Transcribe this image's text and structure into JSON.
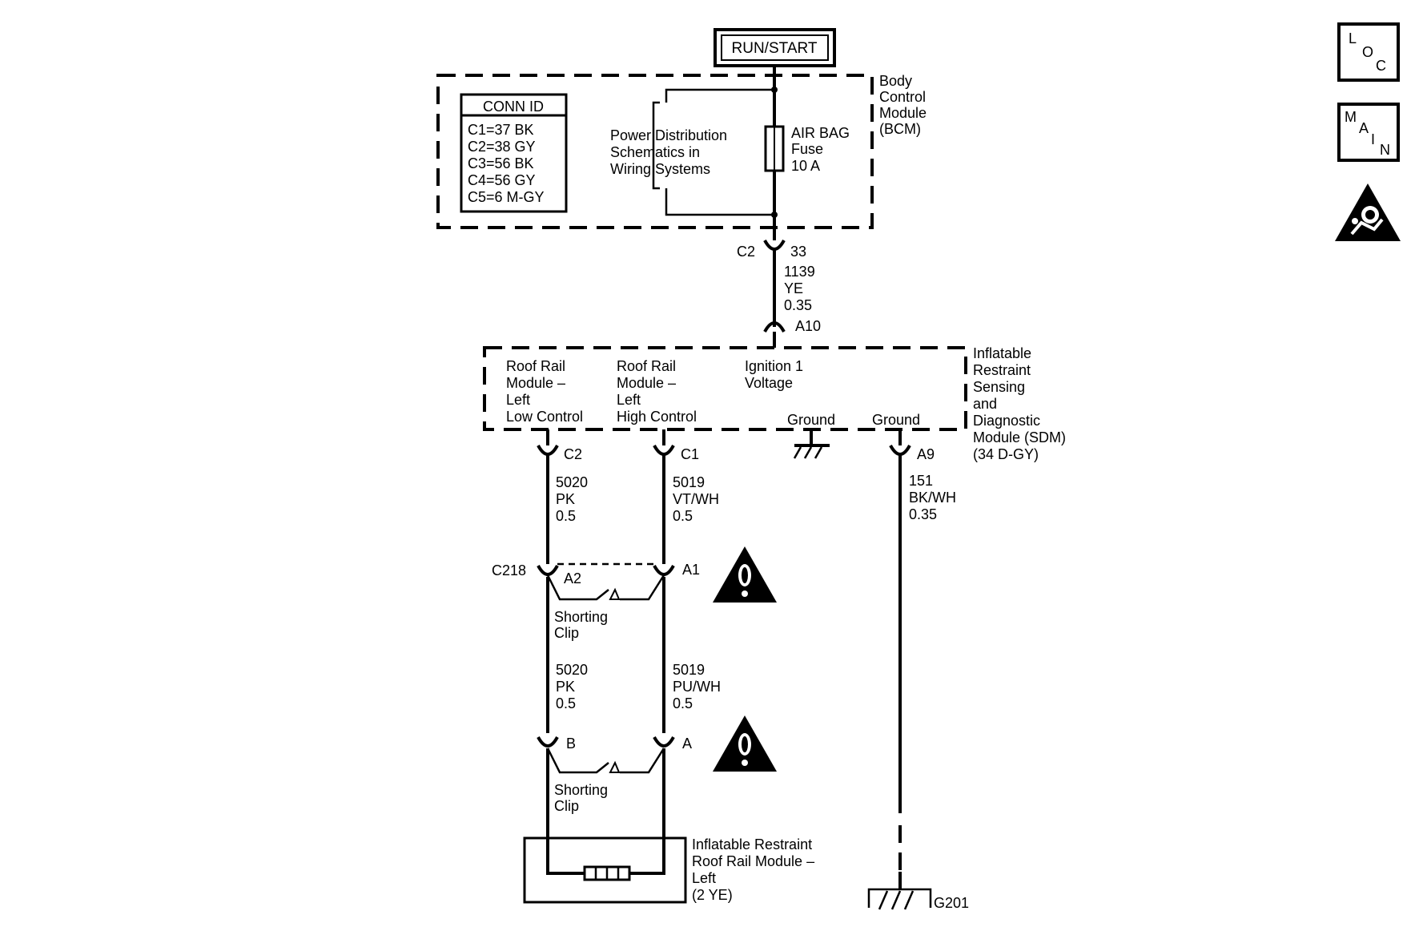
{
  "power_source": "RUN/START",
  "bcm": {
    "name_lines": [
      "Body",
      "Control",
      "Module",
      "(BCM)"
    ],
    "conn_id_title": "CONN ID",
    "conn_ids": [
      "C1=37 BK",
      "C2=38 GY",
      "C3=56 BK",
      "C4=56 GY",
      "C5=6 M-GY"
    ],
    "power_dist_lines": [
      "Power Distribution",
      "Schematics in",
      "Wiring Systems"
    ],
    "fuse_lines": [
      "AIR BAG",
      "Fuse",
      "10 A"
    ],
    "connector": "C2",
    "pin": "33"
  },
  "wire_bcm_sdm": {
    "circuit": "1139",
    "color": "YE",
    "size": "0.35"
  },
  "sdm": {
    "input_pin": "A10",
    "name_lines": [
      "Inflatable",
      "Restraint",
      "Sensing",
      "and",
      "Diagnostic",
      "Module (SDM)",
      "(34 D-GY)"
    ],
    "low_control_lines": [
      "Roof Rail",
      "Module –",
      "Left",
      "Low Control"
    ],
    "high_control_lines": [
      "Roof Rail",
      "Module –",
      "Left",
      "High Control"
    ],
    "ignition_lines": [
      "Ignition 1",
      "Voltage"
    ],
    "ground_label_1": "Ground",
    "ground_label_2": "Ground",
    "pin_low": "C2",
    "pin_high": "C1",
    "pin_ground": "A9"
  },
  "wire_low_upper": {
    "circuit": "5020",
    "color": "PK",
    "size": "0.5"
  },
  "wire_high_upper": {
    "circuit": "5019",
    "color": "VT/WH",
    "size": "0.5"
  },
  "wire_ground": {
    "circuit": "151",
    "color": "BK/WH",
    "size": "0.35"
  },
  "connector_c218": {
    "name": "C218",
    "pin_low": "A2",
    "pin_high": "A1",
    "clip_lines": [
      "Shorting",
      "Clip"
    ]
  },
  "wire_low_lower": {
    "circuit": "5020",
    "color": "PK",
    "size": "0.5"
  },
  "wire_high_lower": {
    "circuit": "5019",
    "color": "PU/WH",
    "size": "0.5"
  },
  "module_connector": {
    "pin_low": "B",
    "pin_high": "A",
    "clip_lines": [
      "Shorting",
      "Clip"
    ]
  },
  "roof_rail_module": {
    "name_lines": [
      "Inflatable Restraint",
      "Roof Rail Module –",
      "Left",
      "(2 YE)"
    ]
  },
  "ground_point": "G201",
  "nav": {
    "loc_letters": [
      "L",
      "O",
      "C"
    ],
    "main_letters": [
      "M",
      "A",
      "I",
      "N"
    ],
    "airbag_icon": "airbag-warning-icon"
  },
  "warning_icons": [
    "warning-icon",
    "warning-icon"
  ]
}
